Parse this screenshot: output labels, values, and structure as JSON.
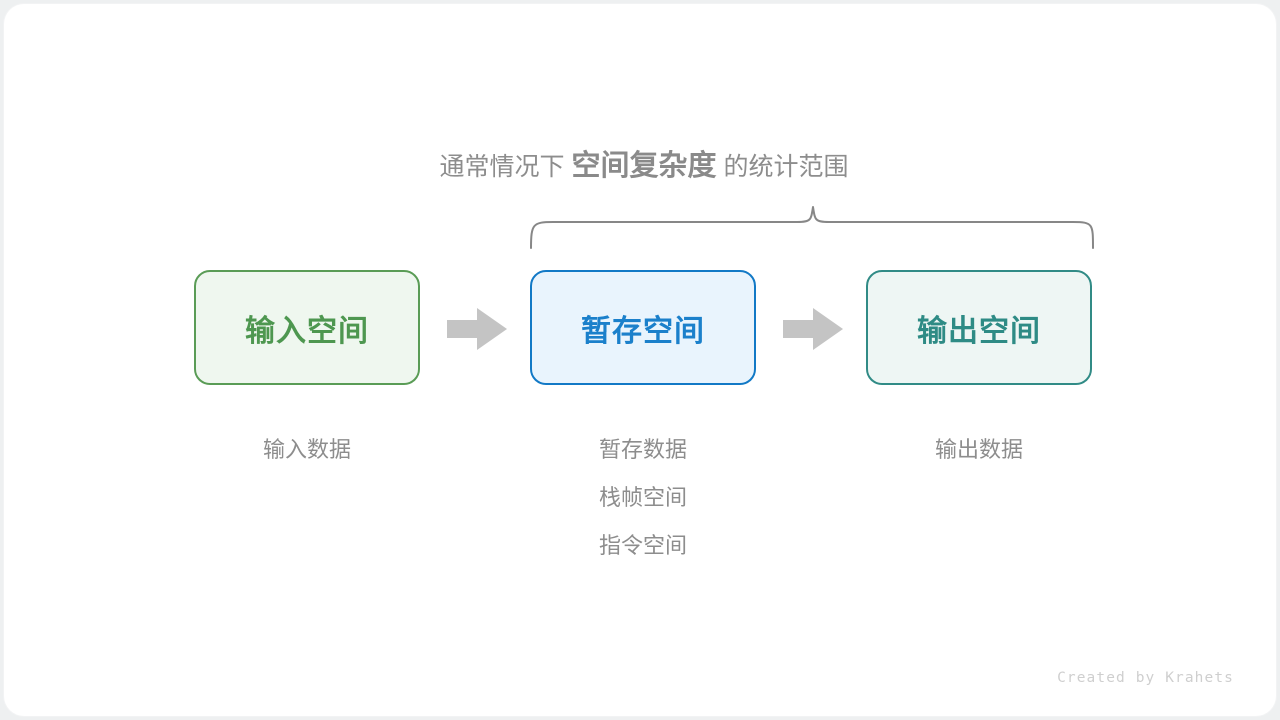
{
  "diagram": {
    "heading": {
      "prefix": "通常情况下",
      "emphasis": "空间复杂度",
      "suffix": "的统计范围"
    },
    "brace": {
      "name": "scope-brace",
      "color": "#878787",
      "spans": [
        "暂存空间",
        "输出空间"
      ]
    },
    "stages": [
      {
        "id": "input",
        "box_label": "输入空间",
        "border_color": "#5a9c56",
        "fill_color": "#eff7ef",
        "text_color": "#4e9750",
        "captions": [
          "输入数据"
        ]
      },
      {
        "id": "temp",
        "box_label": "暂存空间",
        "border_color": "#1279c6",
        "fill_color": "#e9f4fd",
        "text_color": "#1b80cb",
        "captions": [
          "暂存数据",
          "栈帧空间",
          "指令空间"
        ]
      },
      {
        "id": "output",
        "box_label": "输出空间",
        "border_color": "#318b86",
        "fill_color": "#eef6f4",
        "text_color": "#2e8b85",
        "captions": [
          "输出数据"
        ]
      }
    ],
    "arrows": [
      {
        "id": "input-to-temp",
        "color": "#c4c4c4"
      },
      {
        "id": "temp-to-output",
        "color": "#c4c4c4"
      }
    ],
    "credit": "Created by Krahets",
    "colors": {
      "canvas_background": "#eef0f1",
      "card_background": "#ffffff",
      "muted_text": "#8d8d8d",
      "credit_text": "#cfcfcf"
    }
  }
}
